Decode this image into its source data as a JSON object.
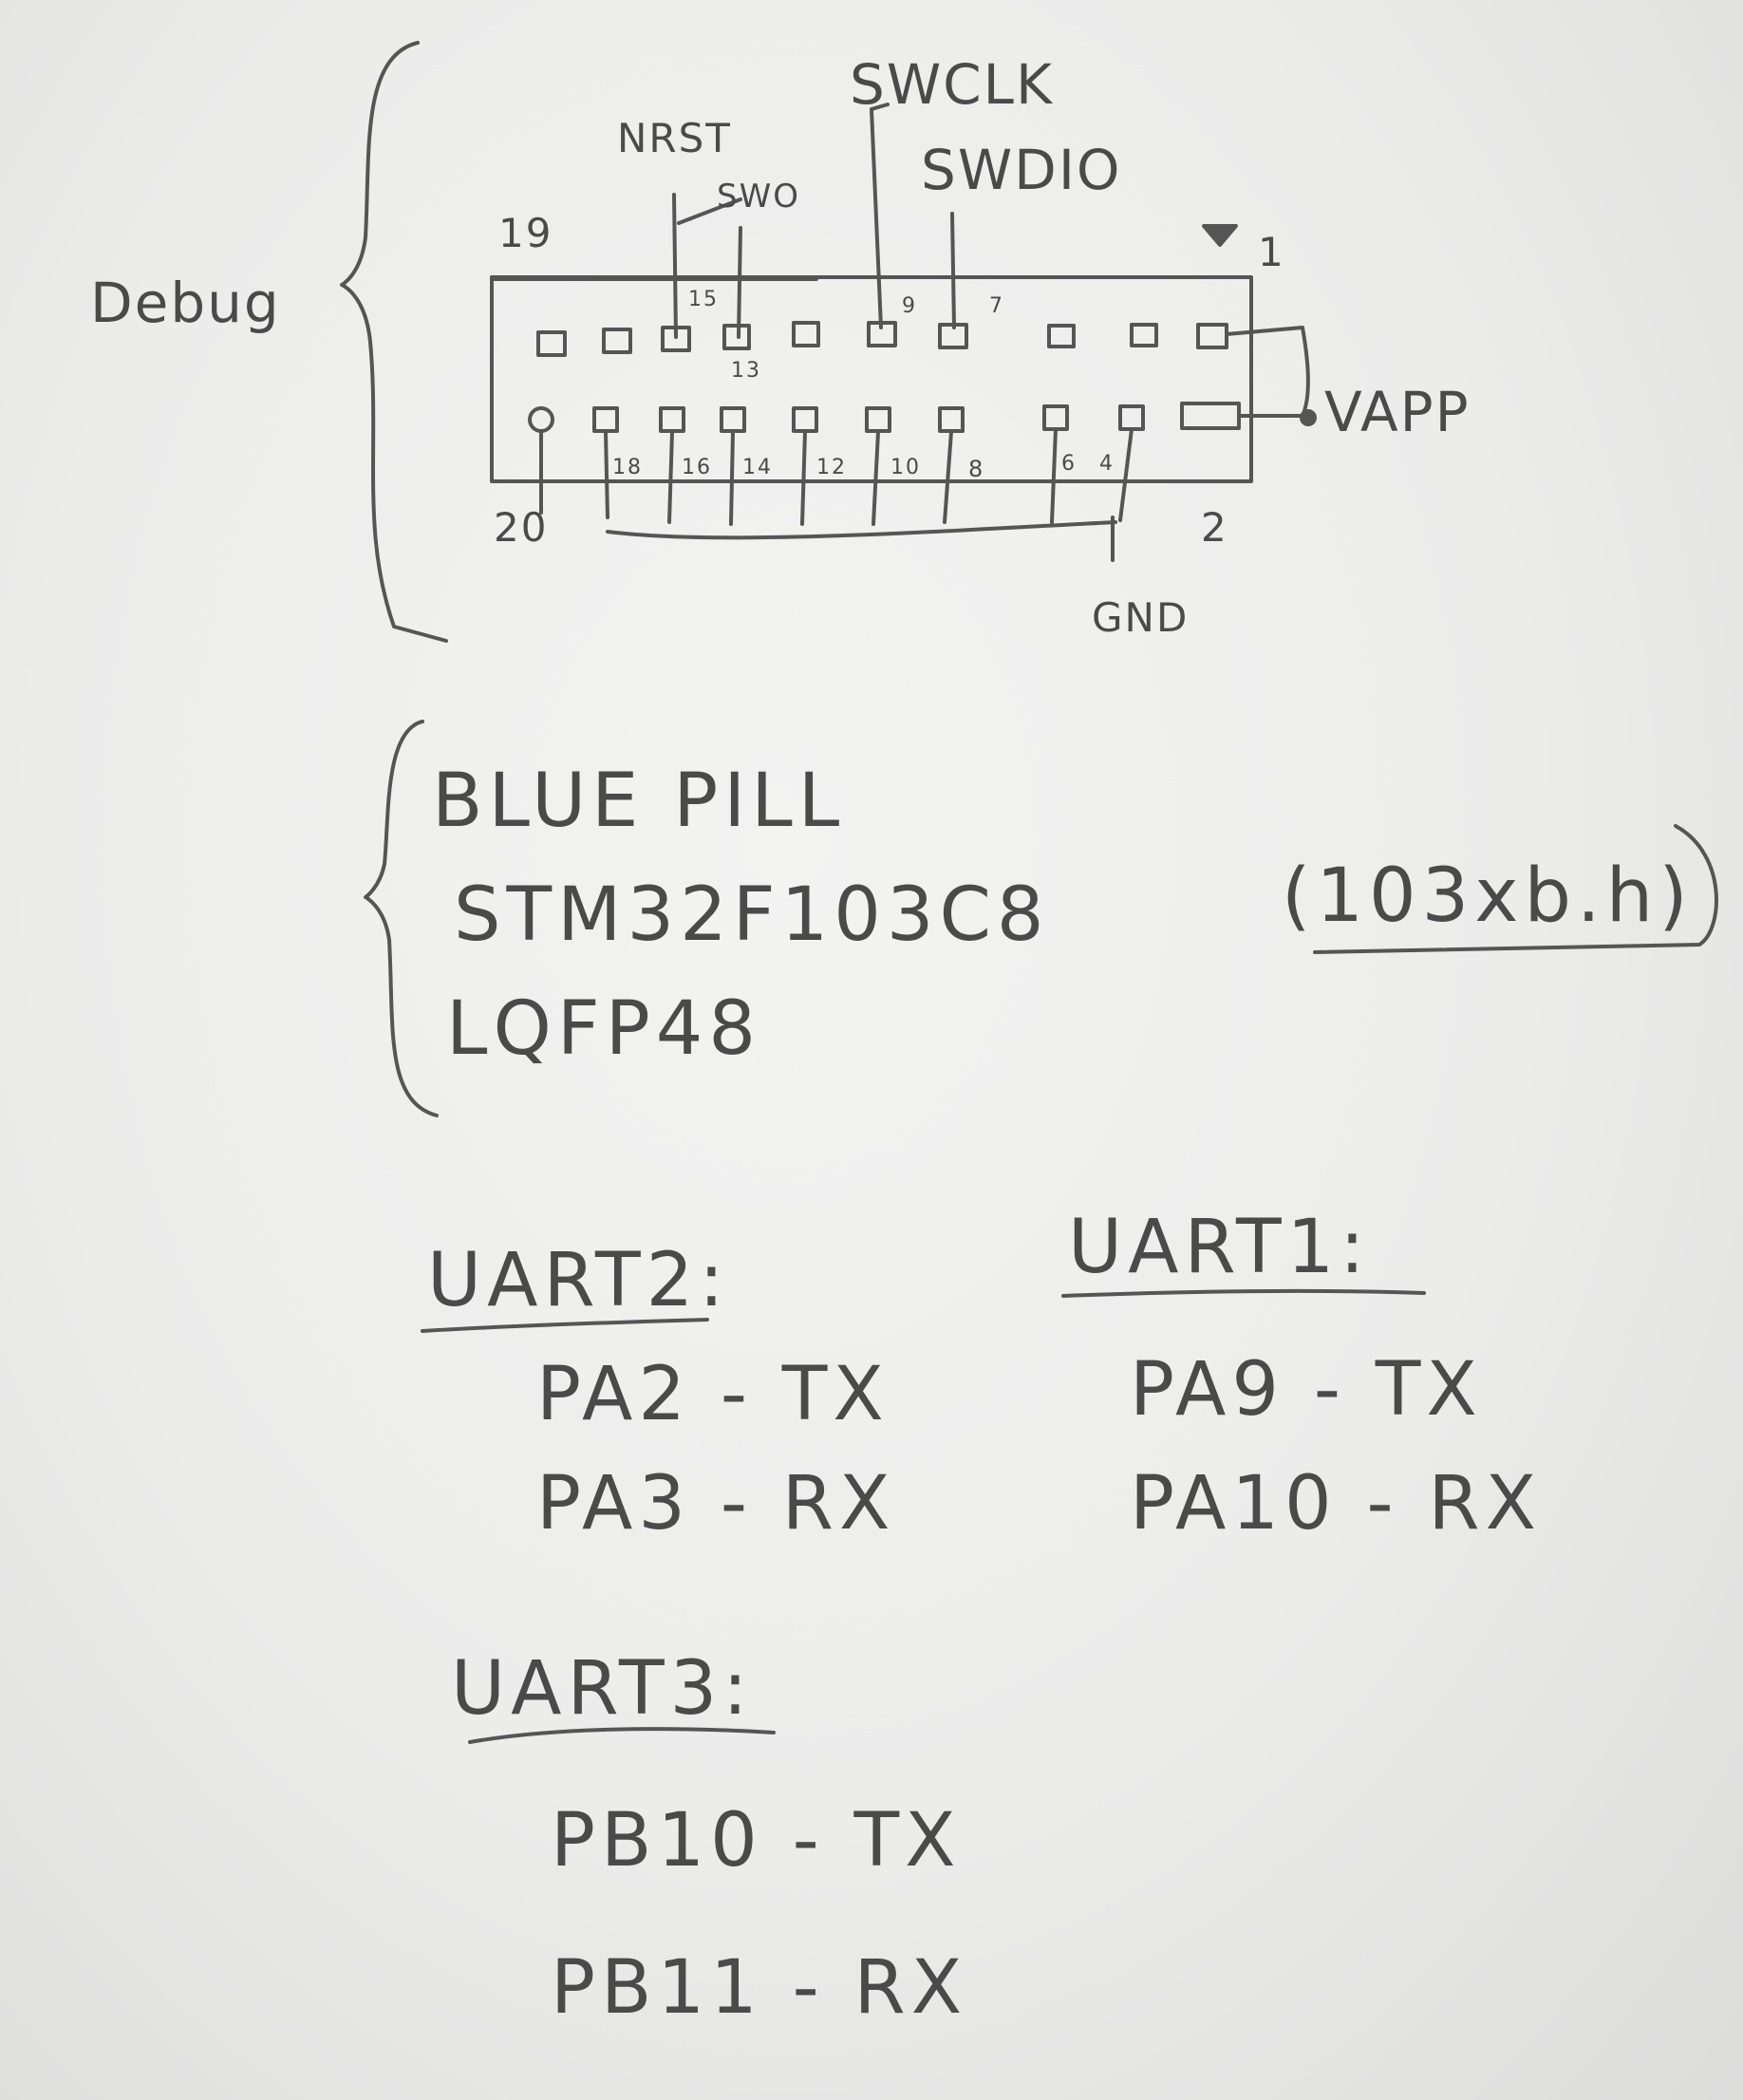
{
  "debug_section": {
    "label": "Debug",
    "pin_1": "1",
    "pin_2": "2",
    "pin_19": "19",
    "pin_20": "20",
    "nrst": "NRST",
    "swo": "SWO",
    "swclk": "SWCLK",
    "swdio": "SWDIO",
    "vapp": "VAPP",
    "gnd": "GND",
    "top_pin_numbers": [
      "15",
      "13",
      "9",
      "7"
    ],
    "bottom_pin_numbers": [
      "18",
      "16",
      "14",
      "12",
      "10",
      "8",
      "6",
      "4"
    ]
  },
  "board_section": {
    "line1": "BLUE PILL",
    "line2": "STM32F103C8",
    "line3": "LQFP48",
    "header_file": "(103xb.h)"
  },
  "uart2": {
    "title": "UART2:",
    "tx": "PA2 - TX",
    "rx": "PA3 - RX"
  },
  "uart1": {
    "title": "UART1:",
    "tx": "PA9 - TX",
    "rx": "PA10 - RX"
  },
  "uart3": {
    "title": "UART3:",
    "tx": "PB10 - TX",
    "rx": "PB11 - RX"
  },
  "ink_color": "#4a4a4a"
}
